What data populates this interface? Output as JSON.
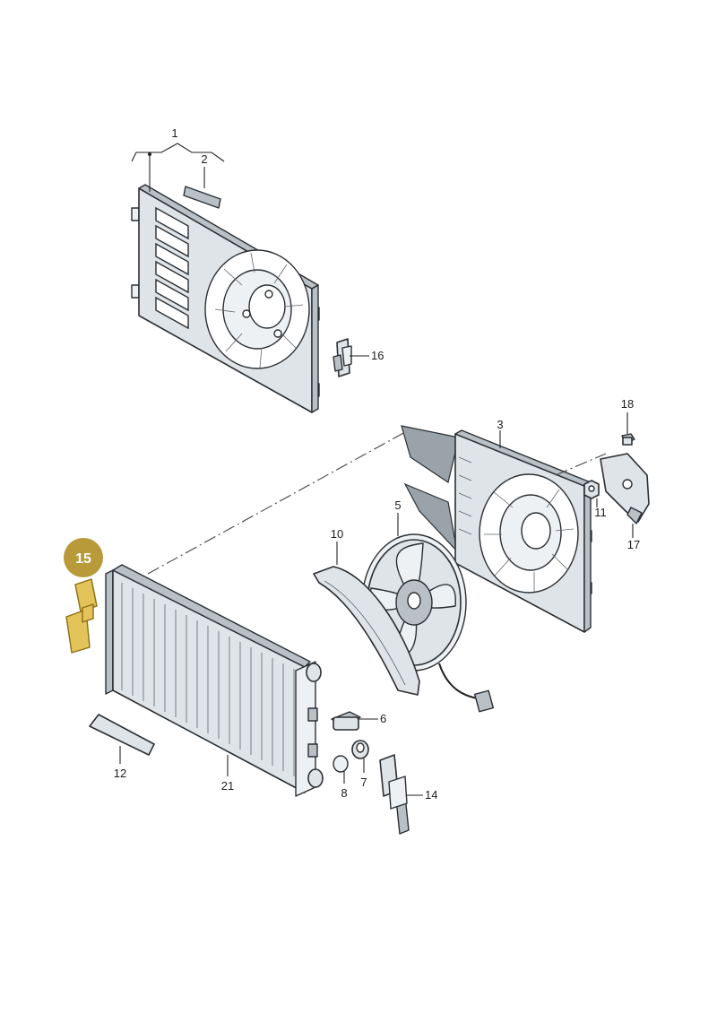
{
  "diagram": {
    "part_labels": {
      "p1": "1",
      "p2": "2",
      "p3": "3",
      "p5": "5",
      "p6": "6",
      "p7": "7",
      "p8": "8",
      "p10": "10",
      "p11": "11",
      "p12": "12",
      "p14": "14",
      "p16": "16",
      "p17": "17",
      "p18": "18",
      "p21": "21"
    },
    "highlighted_part": "15",
    "colors": {
      "highlight_badge": "#b89a3a",
      "highlight_part": "#e3c45a",
      "part_fill": "#dfe4e8",
      "outline": "#2a2f33"
    }
  }
}
